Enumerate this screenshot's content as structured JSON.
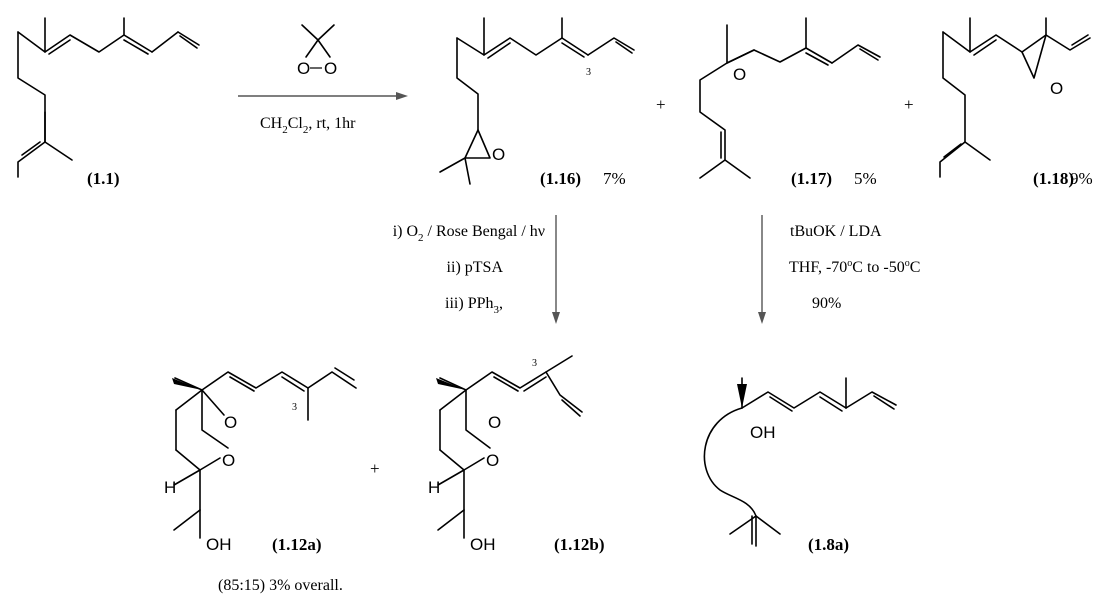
{
  "compounds": {
    "c1_1": {
      "label": "(1.1)"
    },
    "c1_16": {
      "label": "(1.16)",
      "yield": "7%",
      "locant": "3"
    },
    "c1_17": {
      "label": "(1.17)",
      "yield": "5%"
    },
    "c1_18": {
      "label": "(1.18)",
      "yield": "9%"
    },
    "c1_12a": {
      "label": "(1.12a)",
      "locant": "3"
    },
    "c1_12b": {
      "label": "(1.12b)",
      "locant": "3"
    },
    "c1_8a": {
      "label": "(1.8a)"
    }
  },
  "atoms": {
    "oxygen": "O",
    "hydroxyl": "OH",
    "hydrogen": "H"
  },
  "plus_sign": "+",
  "reagents": {
    "step1": {
      "solvent_prefix": "CH",
      "sub2": "2",
      "cl": "Cl",
      "sub2b": "2",
      "rest": ", rt, 1hr"
    },
    "left_path": {
      "line1_pre": "i) O",
      "line1_sub": "2",
      "line1_post": " / Rose Bengal / hν",
      "line2": "ii) pTSA",
      "line3_pre": "iii) PPh",
      "line3_sub": "3",
      "line3_post": ","
    },
    "right_path": {
      "line1": "tBuOK / LDA",
      "line2_pre": "THF, -70",
      "line2_sup": "o",
      "line2_mid": "C to -50",
      "line2_sup2": "o",
      "line2_post": "C",
      "line3": "90%"
    }
  },
  "ratio_note": "(85:15) 3% overall."
}
